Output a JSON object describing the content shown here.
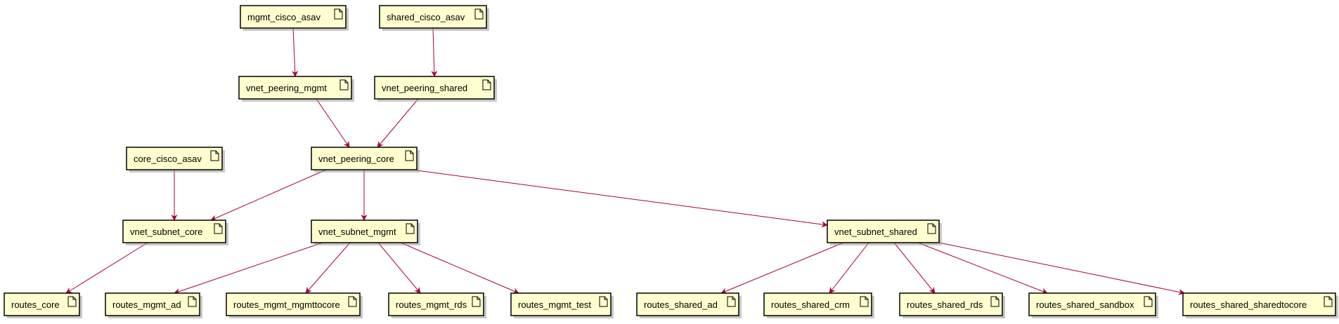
{
  "diagram": {
    "colors": {
      "node_fill": "#FEFECE",
      "node_border": "#000000",
      "edge": "#A80036",
      "shadow": "#9a9a9a"
    },
    "node_icon": "document-icon",
    "nodes": [
      {
        "id": "mgmt_cisco_asav",
        "label": "mgmt_cisco_asav"
      },
      {
        "id": "shared_cisco_asav",
        "label": "shared_cisco_asav"
      },
      {
        "id": "vnet_peering_mgmt",
        "label": "vnet_peering_mgmt"
      },
      {
        "id": "vnet_peering_shared",
        "label": "vnet_peering_shared"
      },
      {
        "id": "core_cisco_asav",
        "label": "core_cisco_asav"
      },
      {
        "id": "vnet_peering_core",
        "label": "vnet_peering_core"
      },
      {
        "id": "vnet_subnet_core",
        "label": "vnet_subnet_core"
      },
      {
        "id": "vnet_subnet_mgmt",
        "label": "vnet_subnet_mgmt"
      },
      {
        "id": "vnet_subnet_shared",
        "label": "vnet_subnet_shared"
      },
      {
        "id": "routes_core",
        "label": "routes_core"
      },
      {
        "id": "routes_mgmt_ad",
        "label": "routes_mgmt_ad"
      },
      {
        "id": "routes_mgmt_mgmttocore",
        "label": "routes_mgmt_mgmttocore"
      },
      {
        "id": "routes_mgmt_rds",
        "label": "routes_mgmt_rds"
      },
      {
        "id": "routes_mgmt_test",
        "label": "routes_mgmt_test"
      },
      {
        "id": "routes_shared_ad",
        "label": "routes_shared_ad"
      },
      {
        "id": "routes_shared_crm",
        "label": "routes_shared_crm"
      },
      {
        "id": "routes_shared_rds",
        "label": "routes_shared_rds"
      },
      {
        "id": "routes_shared_sandbox",
        "label": "routes_shared_sandbox"
      },
      {
        "id": "routes_shared_sharedtocore",
        "label": "routes_shared_sharedtocore"
      }
    ],
    "edges": [
      {
        "from": "mgmt_cisco_asav",
        "to": "vnet_peering_mgmt"
      },
      {
        "from": "shared_cisco_asav",
        "to": "vnet_peering_shared"
      },
      {
        "from": "vnet_peering_mgmt",
        "to": "vnet_peering_core"
      },
      {
        "from": "vnet_peering_shared",
        "to": "vnet_peering_core"
      },
      {
        "from": "core_cisco_asav",
        "to": "vnet_subnet_core"
      },
      {
        "from": "vnet_peering_core",
        "to": "vnet_subnet_core"
      },
      {
        "from": "vnet_peering_core",
        "to": "vnet_subnet_mgmt"
      },
      {
        "from": "vnet_peering_core",
        "to": "vnet_subnet_shared"
      },
      {
        "from": "vnet_subnet_core",
        "to": "routes_core"
      },
      {
        "from": "vnet_subnet_mgmt",
        "to": "routes_mgmt_ad"
      },
      {
        "from": "vnet_subnet_mgmt",
        "to": "routes_mgmt_mgmttocore"
      },
      {
        "from": "vnet_subnet_mgmt",
        "to": "routes_mgmt_rds"
      },
      {
        "from": "vnet_subnet_mgmt",
        "to": "routes_mgmt_test"
      },
      {
        "from": "vnet_subnet_shared",
        "to": "routes_shared_ad"
      },
      {
        "from": "vnet_subnet_shared",
        "to": "routes_shared_crm"
      },
      {
        "from": "vnet_subnet_shared",
        "to": "routes_shared_rds"
      },
      {
        "from": "vnet_subnet_shared",
        "to": "routes_shared_sandbox"
      },
      {
        "from": "vnet_subnet_shared",
        "to": "routes_shared_sharedtocore"
      }
    ]
  }
}
